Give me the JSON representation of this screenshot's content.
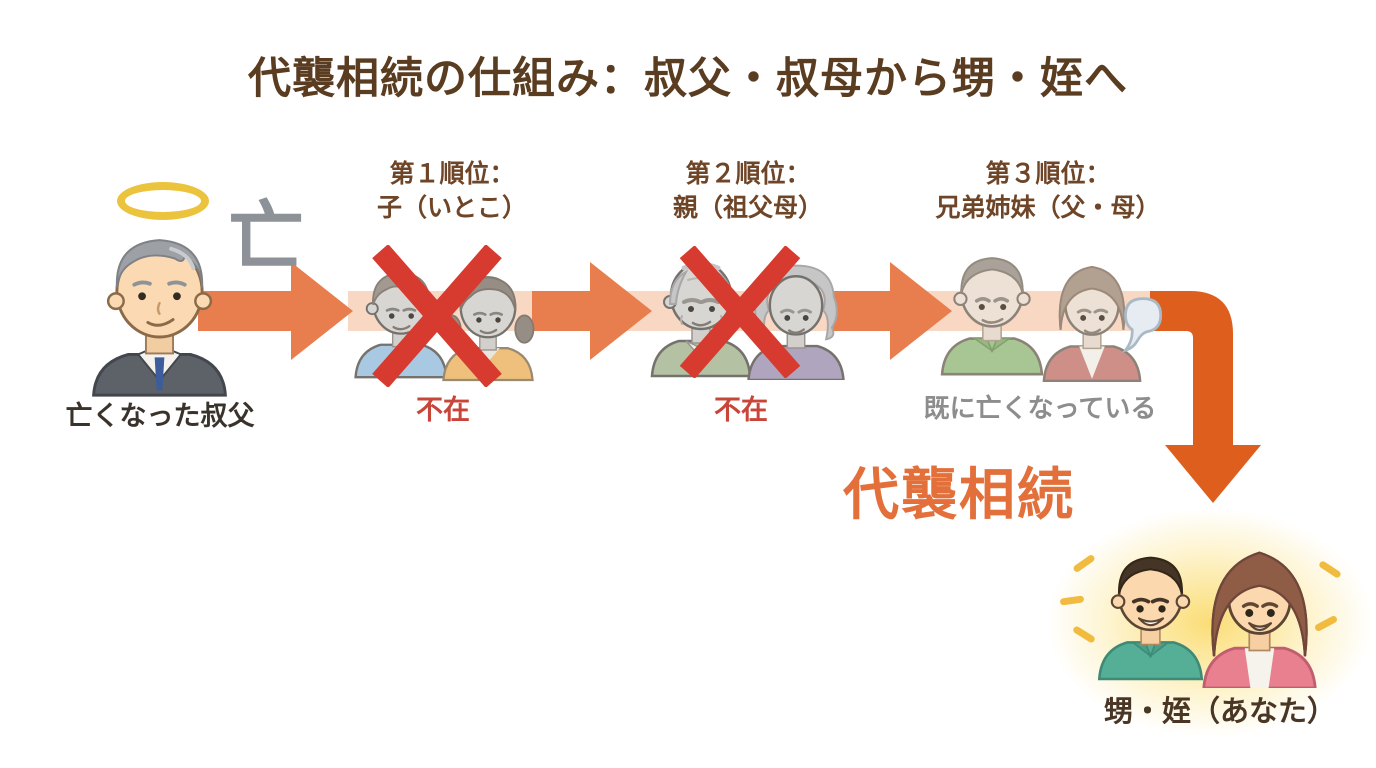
{
  "title": "代襲相続の仕組み：叔父・叔母から甥・姪へ",
  "deceased": {
    "death_mark": "亡",
    "label": "亡くなった叔父"
  },
  "ranks": [
    {
      "line1": "第１順位：",
      "line2": "子（いとこ）",
      "status": "不在"
    },
    {
      "line1": "第２順位：",
      "line2": "親（祖父母）",
      "status": "不在"
    },
    {
      "line1": "第３順位：",
      "line2": "兄弟姉妹（父・母）",
      "status": "既に亡くなっている"
    }
  ],
  "result": {
    "keyword": "代襲相続",
    "label": "甥・姪（あなた）"
  },
  "icons": [
    "halo-icon",
    "cross-icon",
    "soul-icon",
    "sparkle-icon",
    "down-arrow-icon",
    "right-arrow-icon"
  ],
  "colors": {
    "title_brown": "#5a3c21",
    "rank_brown": "#6f4527",
    "arrow_orange": "#e87e4e",
    "band_peach": "#f8d7c3",
    "elbow_orange": "#de5f1d",
    "cross_red": "#d73a2e",
    "absent_red": "#c8453a",
    "deceased_gray": "#8d8d8d",
    "halo_yellow": "#ecc33c",
    "glow_yellow": "#fad75f",
    "keyword_orange": "#e3703a"
  }
}
